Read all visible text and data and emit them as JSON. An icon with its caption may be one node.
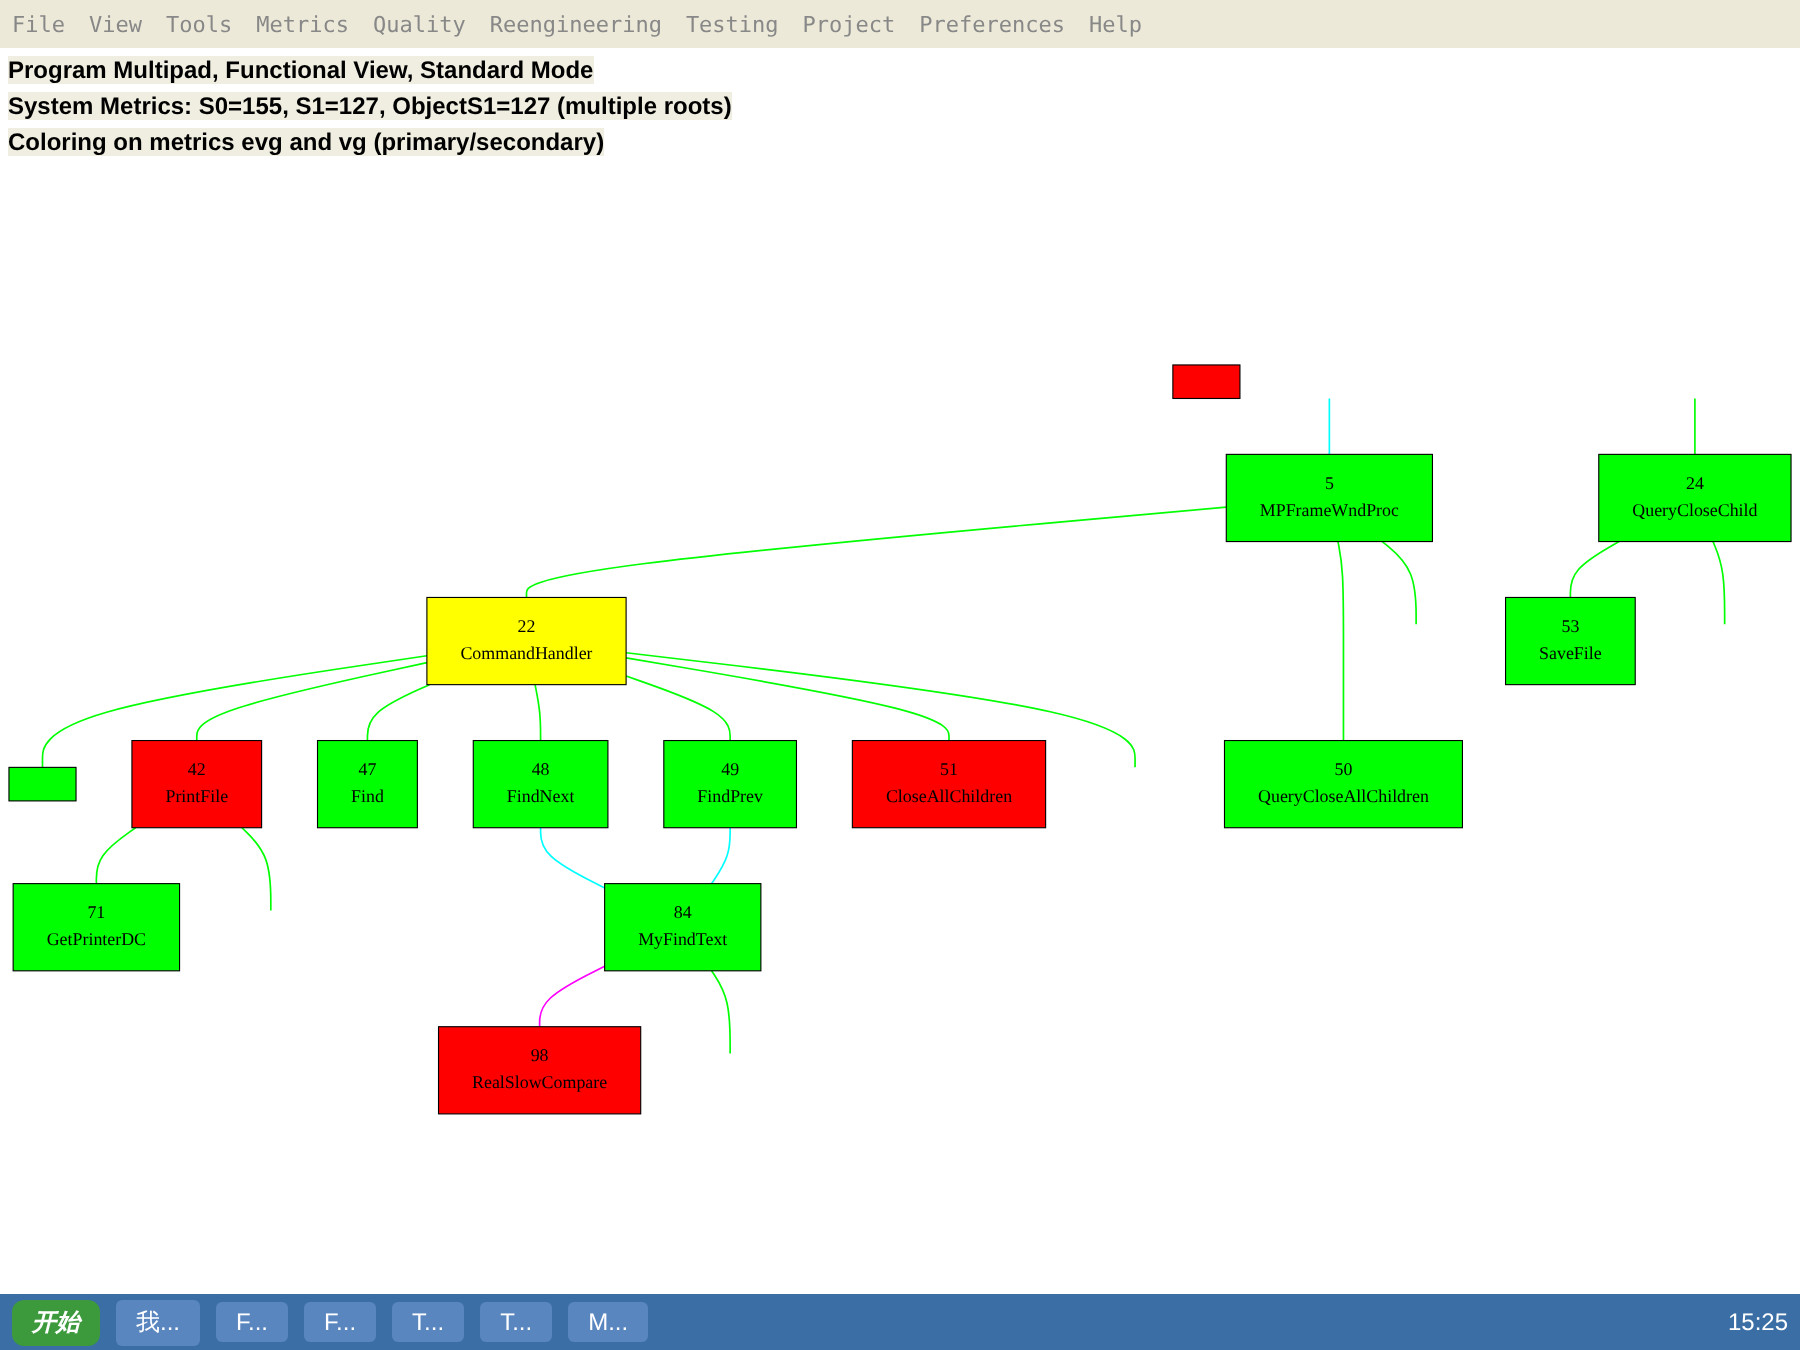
{
  "diagram": {
    "nodes": [
      {
        "text": [
          "5",
          "MPFrameWndProc"
        ]
      },
      {
        "text": [],
        "shape": "box"
      },
      {
        "text": [
          "22",
          "CommandHandler"
        ]
      },
      {
        "text": [
          "24",
          "QueryCloseChild"
        ]
      },
      {
        "text": [],
        "shape": "box"
      },
      {
        "text": [
          "42",
          "PrintFile"
        ]
      },
      {
        "text": [
          "47",
          "Find"
        ]
      },
      {
        "text": [
          "48",
          "FindNext"
        ]
      },
      {
        "text": [
          "49",
          "FindPrev"
        ]
      },
      {
        "text": [
          "50",
          "QueryCloseAllChildren"
        ]
      },
      {
        "text": [
          "51",
          "CloseAllChildren"
        ]
      },
      {
        "text": [
          "53",
          "SaveFile"
        ]
      },
      {
        "text": [
          "71",
          "GetPrinterDC"
        ]
      },
      {
        "text": [
          "84",
          "MyFindText"
        ]
      },
      {
        "text": [
          "98",
          "RealSlowCompare"
        ]
      }
    ],
    "edges": [
      {
        "from": null,
        "to": 0,
        "arrow": "none",
        "color": "#00ffff"
      },
      {
        "from": 0,
        "to": 2,
        "arrow": "none"
      },
      {
        "from": 0,
        "to": 9,
        "arrow": "none"
      },
      {
        "from": 0,
        "to": null,
        "arrow": "none"
      },
      {
        "from": null,
        "to": 3,
        "arrow": "none"
      },
      {
        "from": 2,
        "to": 4,
        "arrow": "none"
      },
      {
        "from": 2,
        "to": 5,
        "arrow": "none"
      },
      {
        "from": 2,
        "to": 6,
        "arrow": "none"
      },
      {
        "from": 2,
        "to": 7,
        "arrow": "none"
      },
      {
        "from": 2,
        "to": 8,
        "arrow": "none"
      },
      {
        "from": 2,
        "to": 10,
        "arrow": "none"
      },
      {
        "from": 2,
        "to": null,
        "arrow": "none"
      },
      {
        "from": 3,
        "to": 11,
        "arrow": "none"
      },
      {
        "from": 3,
        "to": null,
        "arrow": "none"
      },
      {
        "from": 5,
        "to": 12,
        "arrow": "none"
      },
      {
        "from": 5,
        "to": null,
        "arrow": "none"
      },
      {
        "from": 7,
        "to": 13,
        "arrow": "none",
        "color": "#00ffff"
      },
      {
        "from": 8,
        "to": 13,
        "arrow": "none",
        "color": "#00ffff"
      },
      {
        "from": 13,
        "to": 14,
        "arrow": "none",
        "color": "#ff00ff"
      },
      {
        "from": 13,
        "to": null,
        "arrow": "none"
      }
    ],
    "labels": [
      "File",
      "View",
      "Tools",
      "Metrics",
      "Quality",
      "Reengineering",
      "Testing",
      "Project",
      "Preferences",
      "Help",
      "Program Multipad,   Functional View, Standard Mode",
      "System Metrics: S0=155, S1=127, ObjectS1=127 (multiple roots)",
      "Coloring on metrics evg and vg (primary/secondary)",
      "开始",
      "我...",
      "F...",
      "F...",
      "T...",
      "T...",
      "M...",
      "15:25"
    ]
  }
}
